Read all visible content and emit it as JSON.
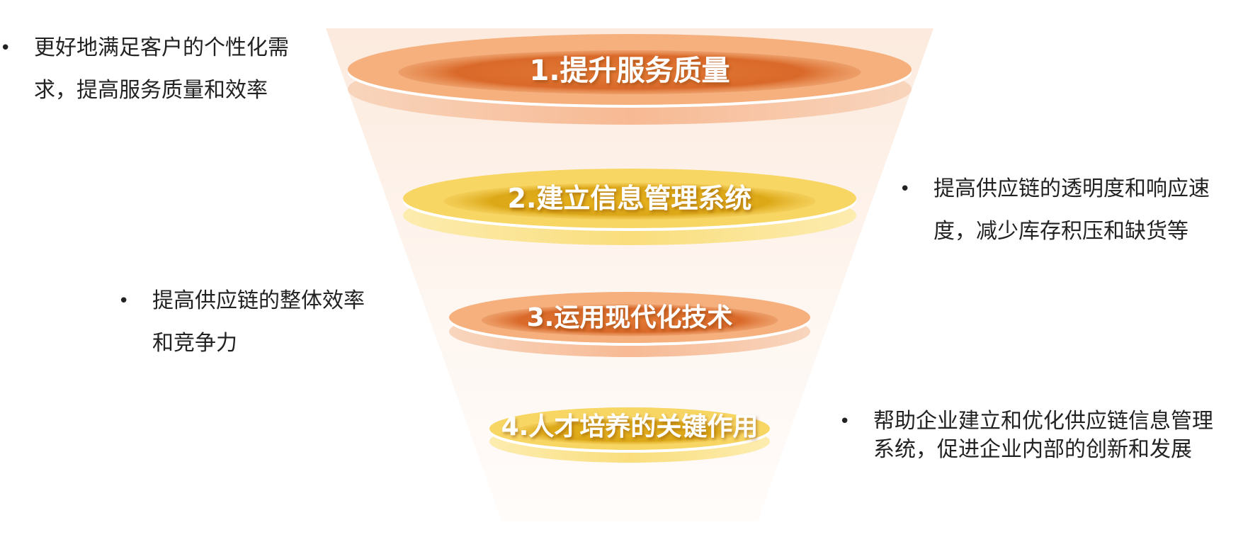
{
  "stages": [
    {
      "label": "1.提升服务质量",
      "tone": "orange"
    },
    {
      "label": "2.建立信息管理系统",
      "tone": "gold"
    },
    {
      "label": "3.运用现代化技术",
      "tone": "orange"
    },
    {
      "label": "4.人才培养的关键作用",
      "tone": "gold"
    }
  ],
  "notes": [
    {
      "bullet": "•",
      "lines": [
        "更好地满足客户的个性化需",
        "求，提高服务质量和效率"
      ]
    },
    {
      "bullet": "•",
      "lines": [
        "提高供应链的透明度和响应速",
        "度，减少库存积压和缺货等"
      ]
    },
    {
      "bullet": "•",
      "lines": [
        "提高供应链的整体效率",
        "和竞争力"
      ]
    },
    {
      "bullet": "•",
      "lines": [
        "帮助企业建立和优化供应链信息管理",
        "系统，促进企业内部的创新和发展"
      ]
    }
  ],
  "colors": {
    "orange_rim": "#F5B07E",
    "orange_core": "#E0712C",
    "gold_rim": "#F8D663",
    "gold_core": "#E0AE18",
    "funnel_tint": "#FDECE0"
  }
}
